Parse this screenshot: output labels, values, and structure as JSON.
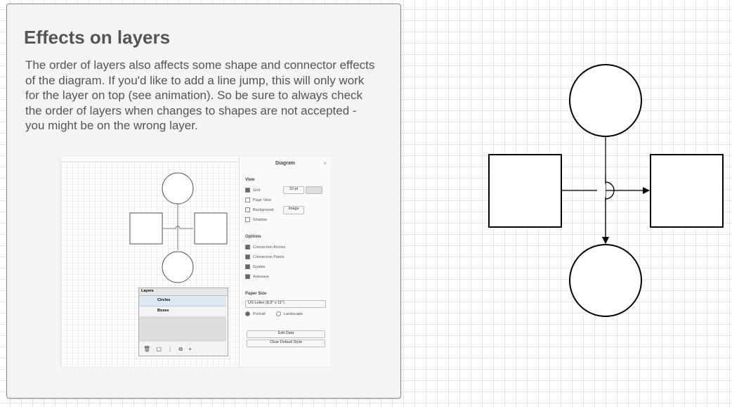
{
  "tutorial": {
    "title": "Effects on layers",
    "body": "The order of layers also affects some shape and connector effects of the diagram. If you'd like to add a line jump, this will only work for the layer on top (see animation). So be sure to always check the order of layers when changes to shapes are not accepted - you might be on the wrong layer."
  },
  "screenshot": {
    "panel_title": "Diagram",
    "close_glyph": "×",
    "view_heading": "View",
    "grid_label": "Grid",
    "grid_size": "10 pt",
    "page_view_label": "Page View",
    "background_label": "Background",
    "image_button": "Image",
    "shadow_label": "Shadow",
    "options_heading": "Options",
    "connection_arrows_label": "Connection Arrows",
    "connection_points_label": "Connection Points",
    "guides_label": "Guides",
    "autosave_label": "Autosave",
    "paper_size_heading": "Paper Size",
    "paper_size_value": "US-Letter (8,5\" x 11\")",
    "portrait_label": "Portrait",
    "landscape_label": "Landscape",
    "edit_data_button": "Edit Data",
    "clear_default_style_button": "Clear Default Style",
    "layers_title": "Layers",
    "layer_top": "Circles",
    "layer_bottom": "Boxes",
    "layer_tools": "🗑 ▢ ⋮ ⧉ +"
  },
  "colors": {
    "card_background": "#f4f4f4",
    "text": "#555555",
    "shape_stroke": "#000000"
  }
}
